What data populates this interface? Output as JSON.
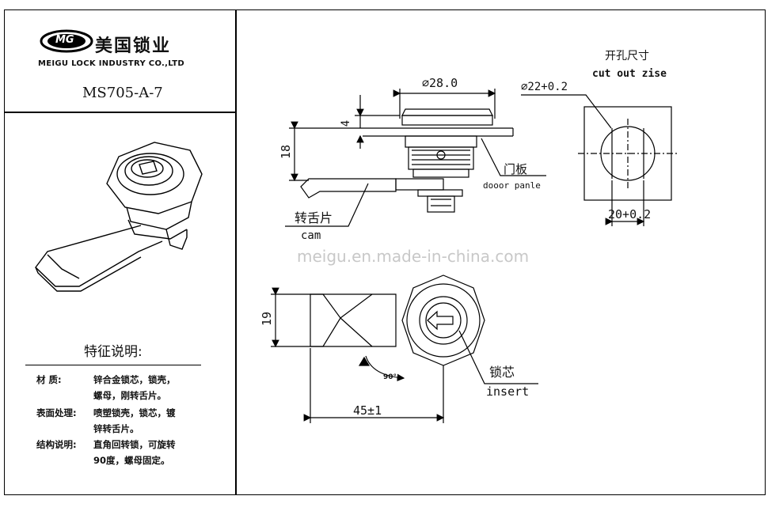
{
  "brand": {
    "logo_mark": "MG",
    "name_cn": "美国锁业",
    "name_en": "MEIGU LOCK INDUSTRY CO.,LTD",
    "model": "MS705-A-7"
  },
  "features": {
    "title": "特征说明:",
    "rows": [
      {
        "label": "材    质:",
        "lines": [
          "锌合金锁芯，锁壳，",
          "螺母，刚转舌片。"
        ]
      },
      {
        "label": "表面处理:",
        "lines": [
          "喷塑锁壳，锁芯，镀",
          "锌转舌片。"
        ]
      },
      {
        "label": "结构说明:",
        "lines": [
          "直角回转锁，可旋转",
          "90度，螺母固定。"
        ]
      }
    ]
  },
  "drawing": {
    "dim_diameter_top": "⌀28.0",
    "dim_thickness": "4",
    "dim_height": "18",
    "door_panel_cn": "门板",
    "door_panel_en": "dooor panle",
    "cam_cn": "转舌片",
    "cam_en": "cam",
    "dim_width_front": "19",
    "rotation_label": "90°",
    "dim_length": "45±1",
    "insert_cn": "锁芯",
    "insert_en": "insert",
    "cutout_cn": "开孔尺寸",
    "cutout_en": "cut out zise",
    "cutout_diameter": "⌀22+0.2",
    "cutout_width": "20+0.2",
    "watermark": "meigu.en.made-in-china.com"
  }
}
